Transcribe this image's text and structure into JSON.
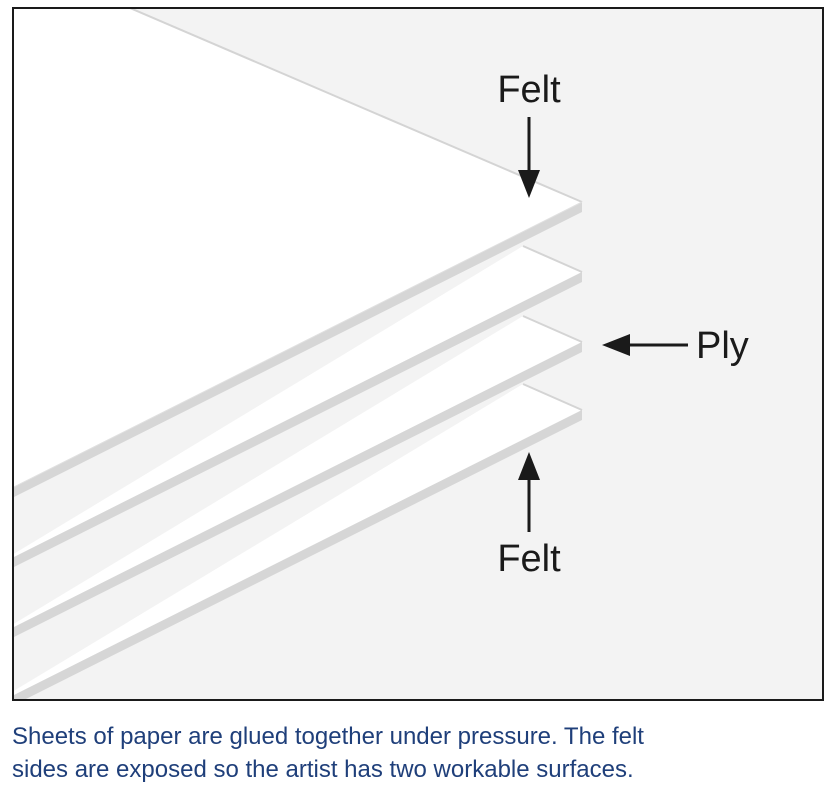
{
  "diagram": {
    "labels": {
      "top": "Felt",
      "right": "Ply",
      "bottom": "Felt"
    }
  },
  "caption": {
    "line1": "Sheets of paper are glued together under pressure. The felt",
    "line2": "sides are exposed so the artist has two workable surfaces."
  },
  "colors": {
    "panel_background": "#f3f3f3",
    "border": "#1a1a1a",
    "sheet_face": "#ffffff",
    "sheet_edge": "#cfcfcf",
    "arrow": "#1a1a1a",
    "caption": "#1f3f7a"
  }
}
